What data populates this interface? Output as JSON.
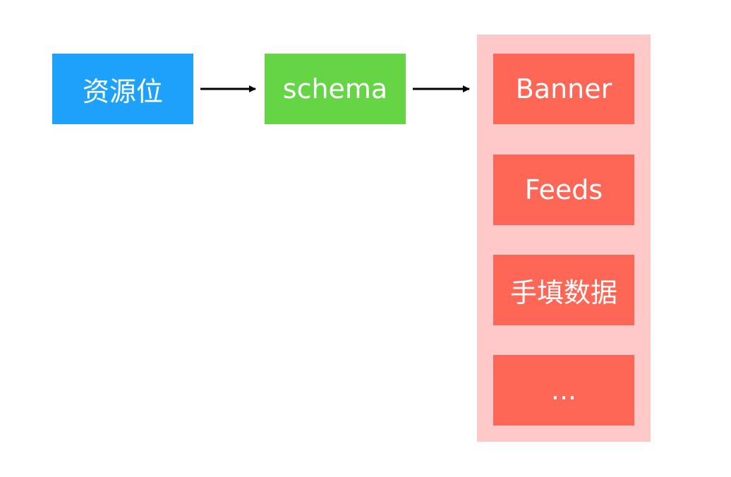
{
  "colors": {
    "source_fill": "#1ea1fb",
    "schema_fill": "#66d545",
    "panel_fill": "#fec9c8",
    "item_fill": "#fe6656",
    "arrow": "#000000",
    "text": "#ffffff"
  },
  "nodes": {
    "source": {
      "label": "资源位"
    },
    "schema": {
      "label": "schema"
    }
  },
  "group": {
    "items": [
      {
        "label": "Banner"
      },
      {
        "label": "Feeds"
      },
      {
        "label": "手填数据"
      },
      {
        "label": "..."
      }
    ]
  },
  "edges": [
    {
      "from": "source",
      "to": "schema"
    },
    {
      "from": "schema",
      "to": "group"
    }
  ]
}
